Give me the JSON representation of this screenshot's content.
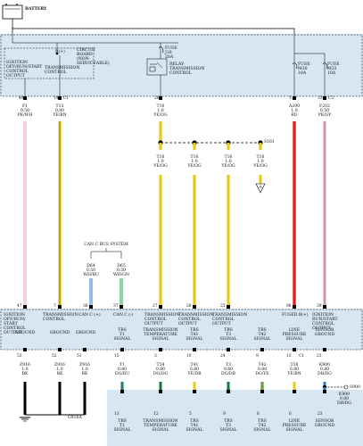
{
  "battery": "BATTERY",
  "module": {
    "bplus": "B(+)",
    "circuit_board": "CIRCUIT\nBOARD\n(NON-\nSERVICEABLE)",
    "ign_output": "IGNITION\nOFF/RUN/START\nCONTROL\nOUTPUT",
    "trans_control": "TRANSMISSION\nCONTROL",
    "fuse_j18": "FUSE\nJ18\n20A",
    "relay": "RELAY-\nTRANSMISSION\nCONTROL",
    "fuse_m20": "FUSE\nM20\n10A",
    "fuse_m33": "FUSE\nM33\n10A"
  },
  "top_connectors": [
    {
      "pin": "49",
      "conn": "",
      "circuit": "F1",
      "gauge": "0.50",
      "color": "PK/WH"
    },
    {
      "pin": "14",
      "conn": "C1",
      "circuit": "T15",
      "gauge": "0.80",
      "color": "YE/BN"
    },
    {
      "pin": "26",
      "conn": "",
      "circuit": "T16",
      "gauge": "1.0",
      "color": "YE/OG"
    },
    {
      "pin": "5",
      "conn": "",
      "circuit": "A200",
      "gauge": "1.0",
      "color": "RD"
    },
    {
      "pin": "35",
      "conn": "C2",
      "circuit": "F202",
      "gauge": "0.50",
      "color": "PK/GY"
    }
  ],
  "splice": "S161",
  "splice_branches": [
    {
      "circuit": "T16",
      "gauge": "1.0",
      "color": "YE/OG"
    },
    {
      "circuit": "T16",
      "gauge": "1.0",
      "color": "YE/OG"
    },
    {
      "circuit": "T16",
      "gauge": "1.0",
      "color": "YE/OG"
    },
    {
      "circuit": "T16",
      "gauge": "1.0",
      "color": "YE/OG"
    }
  ],
  "ref_a": "A",
  "can_bus": {
    "title": "CAN C BUS SYSTEM",
    "left": {
      "circuit": "D64",
      "gauge": "0.50",
      "color": "WH/BU"
    },
    "right": {
      "circuit": "D65",
      "gauge": "0.50",
      "color": "WH/GN"
    }
  },
  "mid_pins": [
    "47",
    "7",
    "36",
    "37",
    "27",
    "28",
    "25",
    "96",
    "39"
  ],
  "mid_labels": [
    "IGNITION\nOFF/RUN/\nSTART\nCONTROL\nOUTPUT",
    "TRANSMISSION\nCONTROL",
    "CAN C (+)",
    "CAN C (-)",
    "TRANSMISSION\nCONTROL\nOUTPUT",
    "TRANSMISSION\nCONTROL\nOUTPUT",
    "TRANSMISSION\nCONTROL\nOUTPUT",
    "FUSED B(+)",
    "IGNITION\nRUN/START\nCONTROL\nOUTPUT"
  ],
  "lower_labels": [
    "GROUND",
    "GROUND",
    "GROUND",
    "TRS\nT1\nSIGNAL",
    "TRANSMISSION\nTEMPERATURE\nSIGNAL",
    "TRS\nT41\nSIGNAL",
    "TRS\nT3\nSIGNAL",
    "TRS\nT42\nSIGNAL",
    "LINE\nPRESSURE\nSIGNAL",
    "SENSOR\nGROUND"
  ],
  "lower_pins": [
    "53",
    "52",
    "51",
    "15",
    "3",
    "10",
    "24",
    "9",
    "13",
    "23"
  ],
  "lower_conn": "C1",
  "lower_wires": [
    {
      "circuit": "Z916",
      "gauge": "1.0",
      "color": "BK"
    },
    {
      "circuit": "Z916",
      "gauge": "1.0",
      "color": "BK"
    },
    {
      "circuit": "Z916",
      "gauge": "1.0",
      "color": "BK"
    },
    {
      "circuit": "T1",
      "gauge": "0.80",
      "color": "DG/BU"
    },
    {
      "circuit": "T54",
      "gauge": "0.80",
      "color": "DG/OG"
    },
    {
      "circuit": "T41",
      "gauge": "0.80",
      "color": "YE/DB"
    },
    {
      "circuit": "T3",
      "gauge": "0.80",
      "color": "DG/DB"
    },
    {
      "circuit": "T42",
      "gauge": "0.80",
      "color": "DG/YE"
    },
    {
      "circuit": "T38",
      "gauge": "0.80",
      "color": "YE/BN"
    },
    {
      "circuit": "K900",
      "gauge": "0.80",
      "color": "DB/DG"
    }
  ],
  "splice2": "S900",
  "splice2_wire": {
    "circuit": "K900",
    "gauge": "0.80",
    "color": "DB/DG"
  },
  "bottom_pins": [
    "13",
    "12",
    "5",
    "9",
    "6",
    "6",
    "23"
  ],
  "bottom_labels": [
    "TRS\nT1\nSIGNAL",
    "TRANSMISSION\nTEMPERATURE\nSIGNAL",
    "TRS\nT41\nSIGNAL",
    "TRS\nT3\nSIGNAL",
    "TRS\nT42\nSIGNAL",
    "LINE\nPRESSURE\nSIGNAL",
    "SENSOR\nGROUND"
  ],
  "ground": "G916A",
  "colors": {
    "band": "#d6e6f3",
    "pink": "#e8a8c0",
    "yellow": "#e8c818",
    "red": "#e02020",
    "blue": "#2e7bd6",
    "green": "#1f9f55",
    "darkgreen": "#0f7a3a",
    "black": "#000000"
  }
}
